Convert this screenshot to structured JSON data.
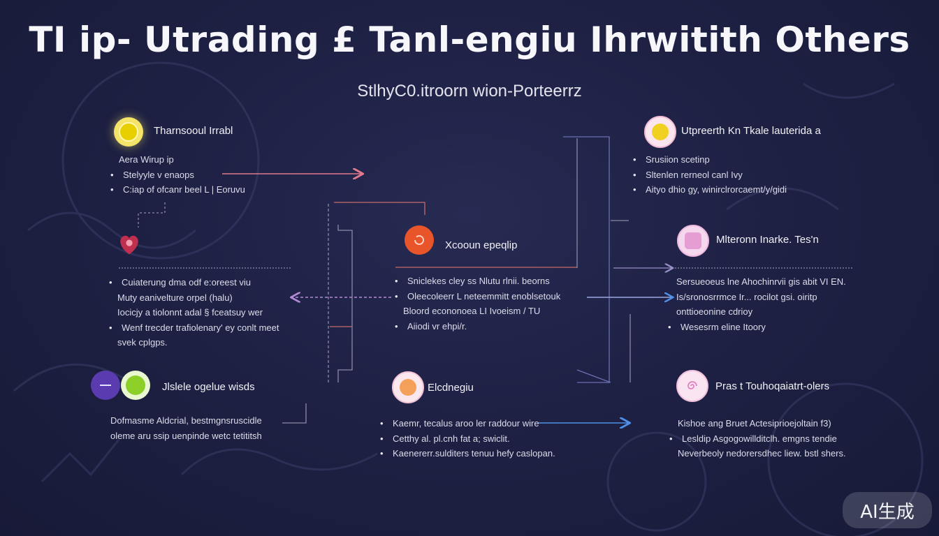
{
  "title": "TI ip- Utrading £ Tanl-engiu Ihrwitith Others",
  "subtitle": "StlhyC0.itroorn wion-Porteerrz",
  "colors": {
    "background": "#1e2144",
    "arrow_pink": "#e07a8c",
    "arrow_purple": "#b48ad8",
    "arrow_blue": "#4f8fe8",
    "line_red": "#c86a6a",
    "line_gray": "#8a8aa6"
  },
  "nodes": {
    "top_left": {
      "icon": "lightbulb-icon",
      "title": "Tharnsooul Irrabl",
      "items": [
        "Aera Wirup ip",
        "Stelyyle v enaops",
        "C:iap of ofcanr beel L  | Eoruvu"
      ]
    },
    "mid_left": {
      "icon": "heart-icon",
      "items": [
        "Cuiaterung dma odf e:oreest viu",
        "Muty eanivelture orpel (halu)",
        "Iocicjy a tiolonnt adal § fceatsuy wer",
        "Wenf trecder trafiolenary' ey conlt meet",
        "svek cplgps."
      ]
    },
    "bottom_left": {
      "icon": "globe-icon",
      "title": "Jlslele ogelue wisds",
      "items": [
        "Dofmasme  Aldcrial, bestmgnsruscidle",
        "oleme aru ssip uenpinde wetc tetititsh"
      ]
    },
    "center": {
      "icon": "refresh-icon",
      "title": "Xcooun epeqlip",
      "items": [
        "Sniclekes cley ss   Nlutu  rlnii.  beorns",
        "Oleecoleerr L  neteemmitt  enoblsetouk",
        "Bloord econonoea LI Ivoeism  / TU",
        "Aiiodi vr ehpi/r."
      ]
    },
    "bottom_center": {
      "icon": "pumpkin-icon",
      "title": "Elcdnegiu",
      "items": [
        "Kaemr, tecalus aroo ler raddour wire",
        "Cetthy al. pl.cnh fat a; swiclit.",
        "Kaenererr.sulditers  tenuu  hefy caslopan."
      ]
    },
    "top_right": {
      "icon": "handshake-icon",
      "title": "Utpreerth Kn Tkale lauterida a",
      "items": [
        "Srusiion scetinp",
        "Sltenlen rerneol canl        Ivy",
        "Aityo dhio gy, winirclrorcaemt/y/gidi"
      ]
    },
    "mid_right": {
      "icon": "cube-icon",
      "title": "Mlteronn Inarke. Tes'n",
      "items": [
        "Sersueoeus  lne Ahochinrvii gis  abit  VI EN.",
        "Is/sronosrrmce Ir... rocilot gsi. oiritp",
        "onttioeonine cdrioy",
        "Wesesrm eline Itoory"
      ]
    },
    "bottom_right": {
      "icon": "spiral-icon",
      "title": "Pras t Touhoqaiatrt-olers",
      "items": [
        "Kishoe ang  Bruet   Actesiprioejoltain f3)",
        "Lesldip  Asgogowillditclh. emgns tendie",
        "Neverbeoly  nedorersdhec  liew. bstl shers."
      ]
    }
  },
  "watermark": "AI生成"
}
